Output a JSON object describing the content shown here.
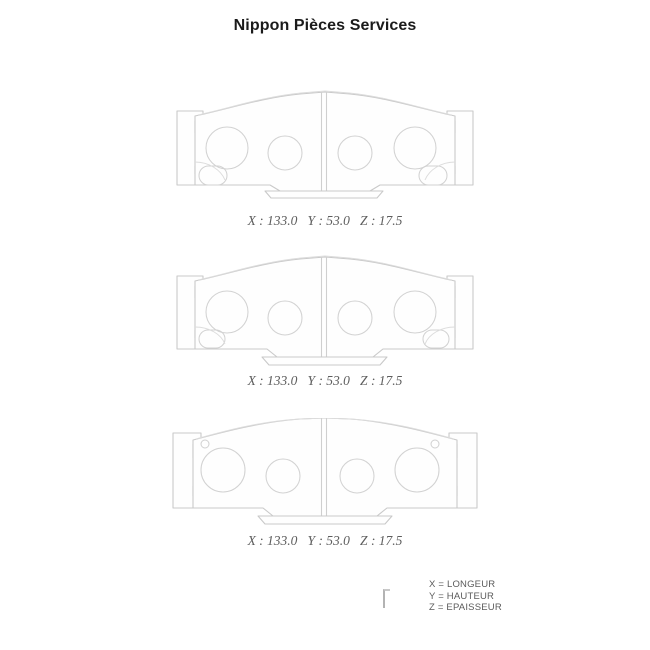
{
  "page": {
    "background_color": "#ffffff",
    "line_color": "#c9c9c9",
    "text_color": "#5d5d5d"
  },
  "header": {
    "title": "Nippon Pièces Services"
  },
  "figures": [
    {
      "id": "pad-1",
      "name": "brake-pad-front-view-1",
      "dimensions_label": "X : 133.0   Y : 53.0   Z : 17.5",
      "x_value": "133.0",
      "y_value": "53.0",
      "z_value": "17.5"
    },
    {
      "id": "pad-2",
      "name": "brake-pad-front-view-2",
      "dimensions_label": "X : 133.0   Y : 53.0   Z : 17.5",
      "x_value": "133.0",
      "y_value": "53.0",
      "z_value": "17.5"
    },
    {
      "id": "pad-3",
      "name": "brake-pad-front-view-3",
      "dimensions_label": "X : 133.0   Y : 53.0   Z : 17.5",
      "x_value": "133.0",
      "y_value": "53.0",
      "z_value": "17.5"
    }
  ],
  "legend": {
    "lines": [
      "X = LONGEUR",
      "Y = HAUTEUR",
      "Z = EPAISSEUR"
    ],
    "line_1": "X = LONGEUR",
    "line_2": "Y = HAUTEUR",
    "line_3": "Z = EPAISSEUR"
  }
}
